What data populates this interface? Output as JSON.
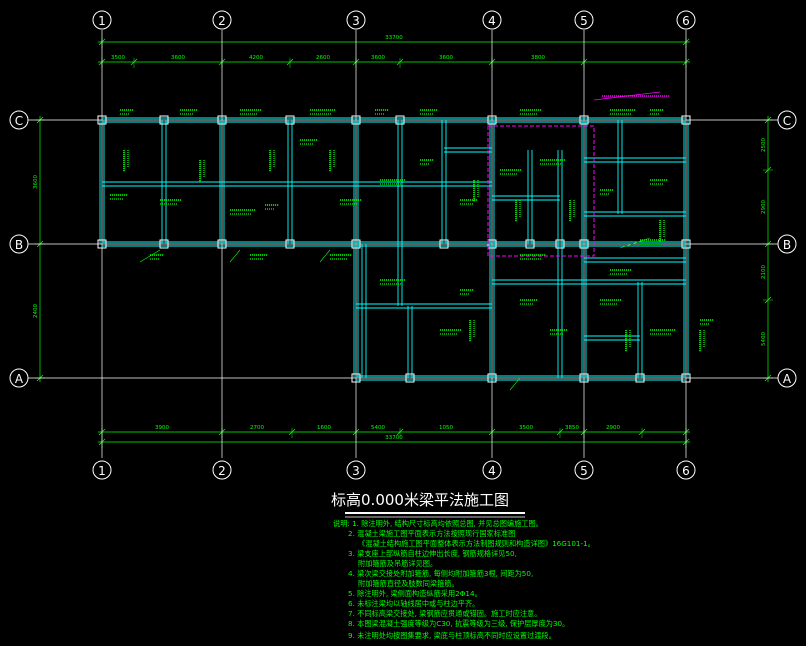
{
  "drawing": {
    "title": "标高0.000米梁平法施工图",
    "grid_columns": [
      "1",
      "2",
      "3",
      "4",
      "5",
      "6"
    ],
    "grid_rows": [
      "C",
      "B",
      "A"
    ],
    "top_total_dim": "33700",
    "bottom_total_dim": "33700",
    "top_dims": [
      "3500",
      "3600",
      "4200",
      "2600",
      "3600",
      "3600",
      "3800"
    ],
    "bottom_dims": [
      "3900",
      "2700",
      "1600",
      "5400",
      "1050",
      "3500",
      "3850",
      "2900"
    ],
    "left_dims": [
      "3600",
      "2400"
    ],
    "right_dims": [
      "2500",
      "2900",
      "2100",
      "5400"
    ],
    "colors": {
      "background": "#000000",
      "grid": "#ffffff",
      "dimension": "#00ff00",
      "beam": "#00ffff",
      "column": "#ffffff",
      "text_green": "#00ff00",
      "highlight": "#ff00ff",
      "title": "#ffffff"
    }
  },
  "notes": [
    "说明: 1. 除注明外, 结构尺寸标高均依照总图, 并见总图编施工图。",
    "2. 混凝土梁施工图平面表示方法按照现行国家标准图",
    "《混凝土结构施工图平面整体表示方法制图规则和构造详图》16G101-1。",
    "3. 梁支座上部纵筋自柱边伸出长度, 钢筋规格详见50,",
    "附加箍筋及吊筋详见图。",
    "4. 梁次梁交接处附加箍筋, 每侧均附加箍筋3根, 间距为50,",
    "附加箍筋直径及肢数同梁箍筋。",
    "5. 除注明外, 梁侧面构造纵筋采用2Φ14。",
    "6. 未标注梁均以轴线居中或与柱边平齐。",
    "7. 不同标高梁交接处, 梁钢筋应贯通或锚固。施工时应注意。",
    "8. 本图梁混凝土强度等级为C30, 抗震等级为三级, 保护层厚度为30。",
    "9. 未注明处均按图集要求, 梁底与柱顶标高不同时应设置过渡段。"
  ]
}
